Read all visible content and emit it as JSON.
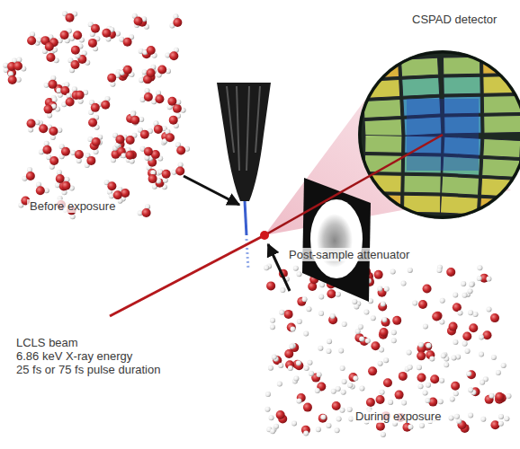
{
  "diagram": {
    "labels": [
      "CSPAD detector",
      "Before exposure",
      "Post-sample attenuator",
      "LCLS beam",
      "6.86 keV X-ray energy",
      "25 fs or 75 fs pulse duration",
      "During exposure"
    ]
  }
}
